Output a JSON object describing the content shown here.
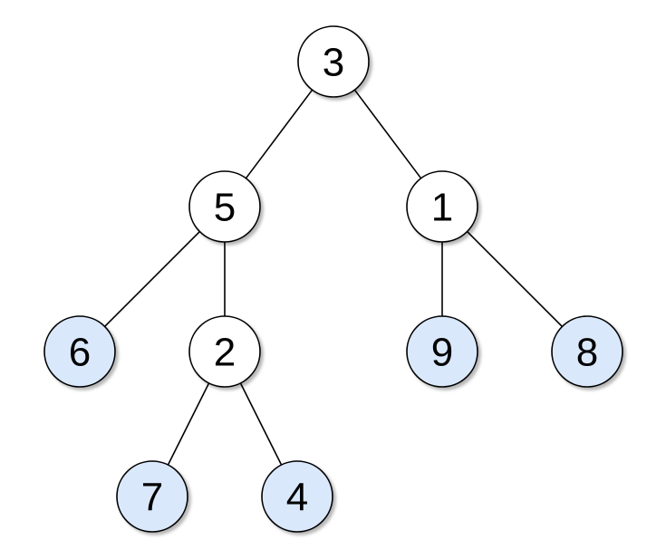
{
  "tree": {
    "colors": {
      "internal_fill": "#ffffff",
      "leaf_fill": "#dae8fc",
      "leaf_stroke": "#6c8ebf",
      "stroke": "#000000",
      "shadow": "#a6a6a6"
    },
    "nodes": [
      {
        "id": "n3",
        "label": "3",
        "leaf": false
      },
      {
        "id": "n5",
        "label": "5",
        "leaf": false
      },
      {
        "id": "n1",
        "label": "1",
        "leaf": false
      },
      {
        "id": "n6",
        "label": "6",
        "leaf": true
      },
      {
        "id": "n2",
        "label": "2",
        "leaf": false
      },
      {
        "id": "n9",
        "label": "9",
        "leaf": true
      },
      {
        "id": "n8",
        "label": "8",
        "leaf": true
      },
      {
        "id": "n7",
        "label": "7",
        "leaf": true
      },
      {
        "id": "n4",
        "label": "4",
        "leaf": true
      }
    ],
    "edges": [
      {
        "from": "n3",
        "to": "n5"
      },
      {
        "from": "n3",
        "to": "n1"
      },
      {
        "from": "n5",
        "to": "n6"
      },
      {
        "from": "n5",
        "to": "n2"
      },
      {
        "from": "n1",
        "to": "n9"
      },
      {
        "from": "n1",
        "to": "n8"
      },
      {
        "from": "n2",
        "to": "n7"
      },
      {
        "from": "n2",
        "to": "n4"
      }
    ]
  }
}
